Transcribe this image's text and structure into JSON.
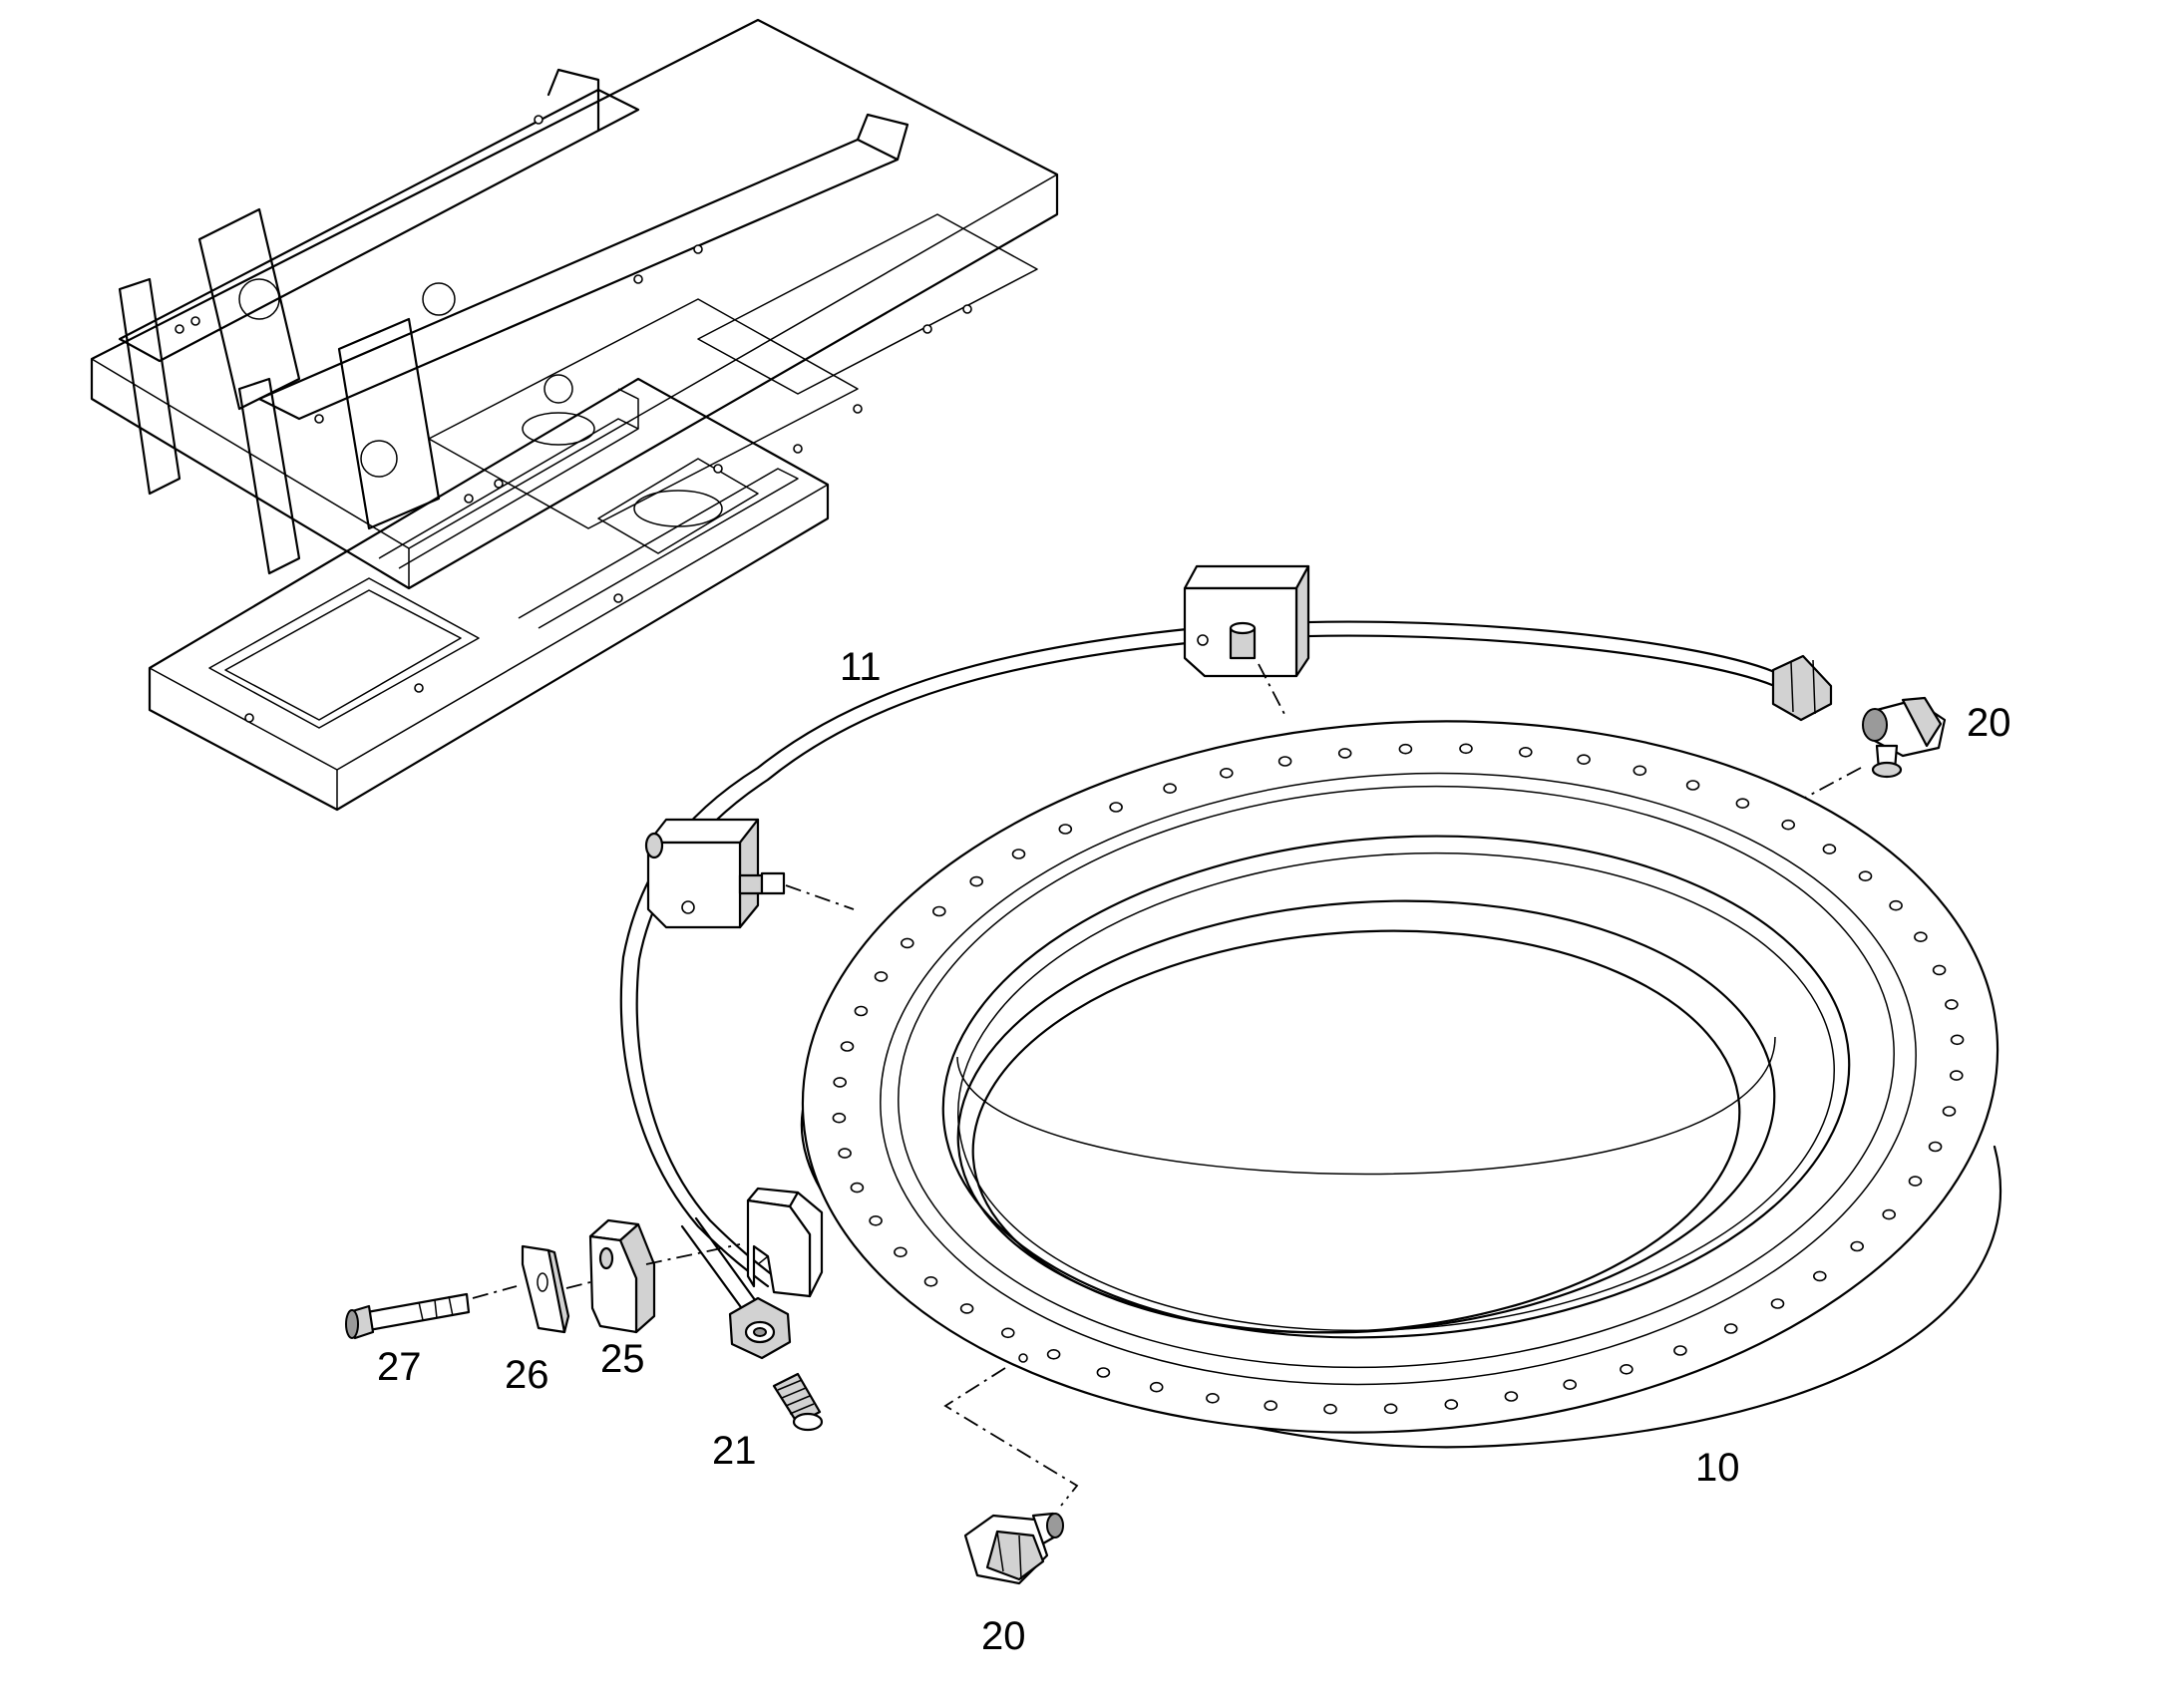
{
  "labels": {
    "frame": "",
    "ring_10": "10",
    "line_11": "11",
    "fitting_20_top": "20",
    "fitting_20_bottom": "20",
    "connector_21": "21",
    "block_25": "25",
    "plate_26": "26",
    "bolt_27": "27"
  },
  "colors": {
    "line": "#000000",
    "fill": "#d2d2d2",
    "background": "#ffffff"
  },
  "icons": [
    "undercarriage-frame-drawing",
    "slewing-ring-drawing",
    "grease-line-drawing",
    "grease-fitting-drawing",
    "distribution-block-drawing",
    "bolt-drawing",
    "plate-drawing"
  ]
}
